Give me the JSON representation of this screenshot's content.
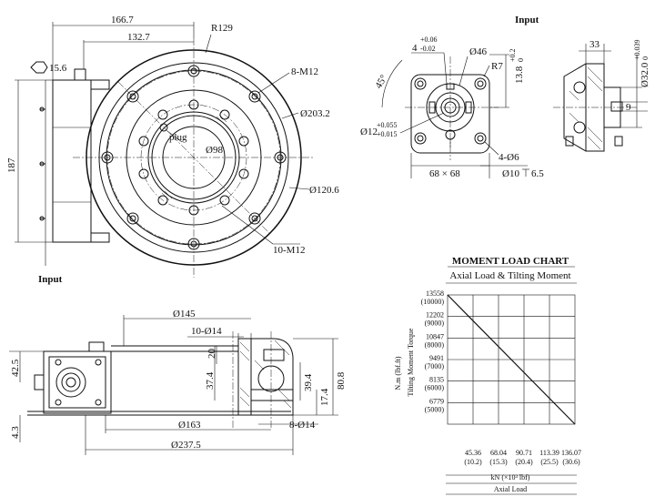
{
  "front_view": {
    "dims": {
      "width_total": "166.7",
      "width_inner": "132.7",
      "radius": "R129",
      "height": "187",
      "hex": "15.6",
      "bolt_outer": "8-M12",
      "bolt_inner": "10-M12",
      "dia_outer": "Ø203.2",
      "dia_inner": "Ø120.6",
      "dia_bore": "Ø98",
      "plug": "plug",
      "input": "Input"
    }
  },
  "motor_flange": {
    "title": "Input",
    "dims": {
      "angle": "45°",
      "four_w": "4",
      "four_w_tol_hi": "+0.06",
      "four_w_tol_lo": "-0.02",
      "dia46": "Ø46",
      "r7": "R7",
      "d138": "13.8",
      "d138_tol_hi": "+0.2",
      "d138_tol_lo": "0",
      "d12": "Ø12",
      "d12_tol_hi": "+0.055",
      "d12_tol_lo": "+0.015",
      "holes": "4-Ø6",
      "counterbore": "Ø10",
      "depth": "6.5",
      "square": "68 × 68"
    }
  },
  "shaft_view": {
    "dims": {
      "d33": "33",
      "d9": "9",
      "d32": "Ø32.0",
      "d32_tol_hi": "+0.039",
      "d32_tol_lo": "0"
    }
  },
  "section_view": {
    "dims": {
      "d145": "Ø145",
      "holes_top": "10-Ø14",
      "d20": "20",
      "d374": "37.4",
      "d394": "39.4",
      "d174": "17.4",
      "d808": "80.8",
      "d425": "42.5",
      "d43": "4.3",
      "d163": "Ø163",
      "holes_bottom": "8-Ø14",
      "d2375": "Ø237.5"
    }
  },
  "chart_data": {
    "type": "line",
    "title": "MOMENT LOAD CHART",
    "subtitle": "Axial Load & Tilting Moment",
    "xlabel": "kN  (×10³ lbf)",
    "xlabel_bottom": "Axial Load",
    "ylabel_units": "N.m  (lbf.ft)",
    "ylabel": "Tilting Moment Torque",
    "x_ticks": [
      "45.36",
      "68.04",
      "90.71",
      "113.39",
      "136.07"
    ],
    "x_ticks_sub": [
      "(10.2)",
      "(15.3)",
      "(20.4)",
      "(25.5)",
      "(30.6)"
    ],
    "y_ticks": [
      "13558",
      "12202",
      "10847",
      "9491",
      "8135",
      "6779"
    ],
    "y_ticks_sub": [
      "(10000)",
      "(9000)",
      "(8000)",
      "(7000)",
      "(6000)",
      "(5000)"
    ],
    "xlim": [
      22.68,
      136.07
    ],
    "ylim": [
      5423,
      13558
    ],
    "series": [
      {
        "x": [
          22.68,
          136.07
        ],
        "y": [
          13558,
          5423
        ]
      }
    ]
  }
}
